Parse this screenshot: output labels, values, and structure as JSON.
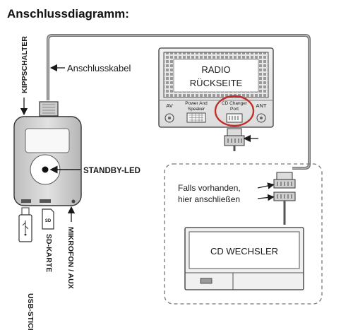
{
  "title": "Anschlussdiagramm:",
  "labels": {
    "kippschalter": "KIPPSCHALTER",
    "anschlusskabel": "Anschlusskabel",
    "standby_led": "STANDBY-LED",
    "usb_stick": "USB-STICK",
    "sd_karte": "SD-KARTE",
    "mikrofon_aux": "MIKROFON / AUX",
    "falls_line1": "Falls vorhanden,",
    "falls_line2": "hier anschließen"
  },
  "radio": {
    "title_line1": "RADIO",
    "title_line2": "RÜCKSEITE",
    "av": "AV",
    "power_line1": "Power And",
    "power_line2": "Speaker",
    "cd_line1": "CD Changer",
    "cd_line2": "Port",
    "ant": "ANT"
  },
  "cd_changer": {
    "label": "CD WECHSLER"
  },
  "colors": {
    "cable": "#7a7a7a",
    "highlight_circle": "#c0302b",
    "device_body": "#cfcfcf",
    "outline": "#3a3a3a"
  }
}
